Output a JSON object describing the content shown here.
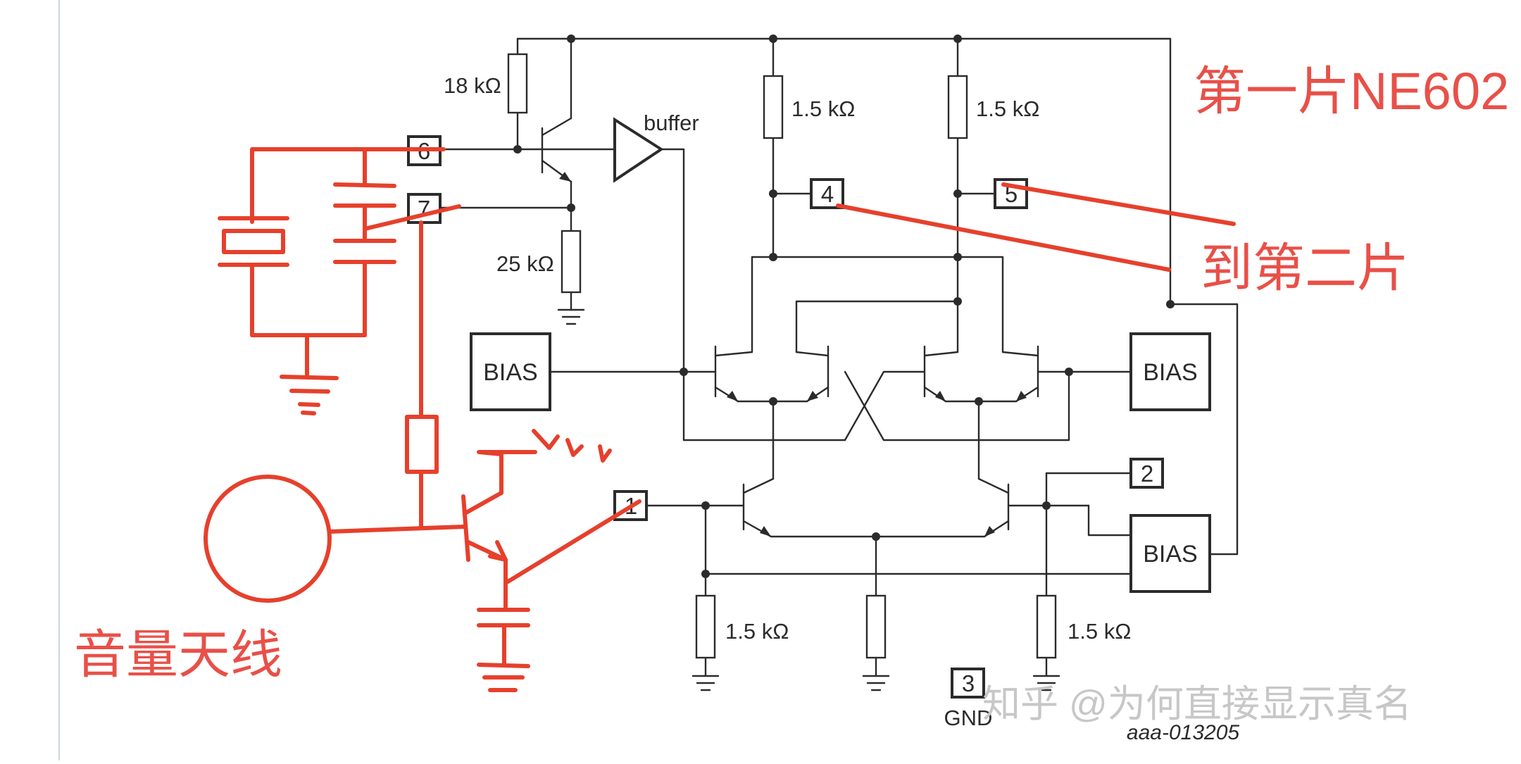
{
  "diagram": {
    "resistors": {
      "r_18k": "18 kΩ",
      "r_25k": "25 kΩ",
      "r_top_left": "1.5 kΩ",
      "r_top_right": "1.5 kΩ",
      "r_bottom_left": "1.5 kΩ",
      "r_bottom_right": "1.5 kΩ"
    },
    "buffer_label": "buffer",
    "bias_blocks": [
      "BIAS",
      "BIAS",
      "BIAS"
    ],
    "pins": {
      "p1": "1",
      "p2": "2",
      "p3": "3",
      "p4": "4",
      "p5": "5",
      "p6": "6",
      "p7": "7"
    },
    "gnd_label": "GND",
    "figure_code": "aaa-013205"
  },
  "annotations": {
    "chip_title": "第一片NE602",
    "to_second": "到第二片",
    "volume_antenna": "音量天线"
  },
  "watermark": "知乎 @为何直接显示真名",
  "colors": {
    "annotation": "#e6402c",
    "wire": "#2b2b2b",
    "watermark": "#c7c7c7",
    "border": "#c8d8dc"
  }
}
